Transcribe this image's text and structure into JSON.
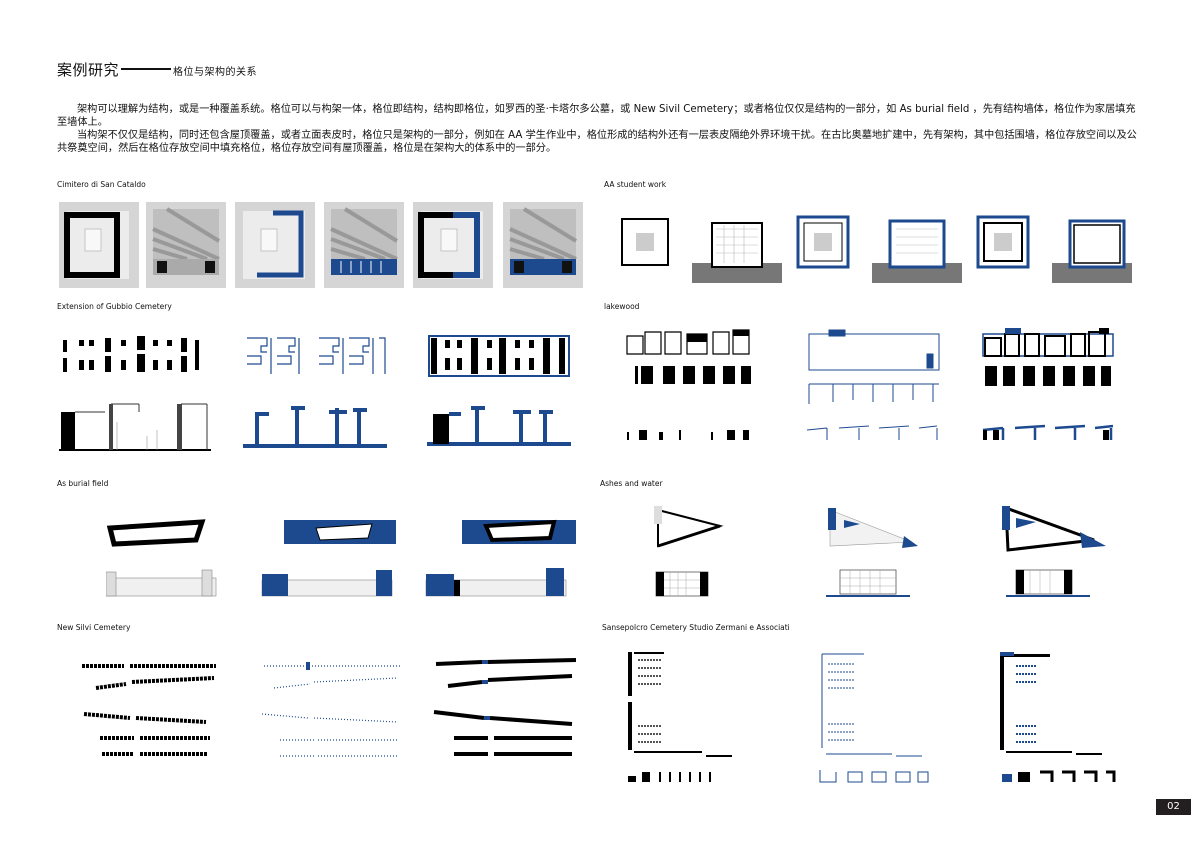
{
  "title": {
    "main": "案例研究",
    "sub": "格位与架构的关系"
  },
  "intro": [
    "架构可以理解为结构，或是一种覆盖系统。格位可以与构架一体，格位即结构，结构即格位，如罗西的圣·卡塔尔多公墓，或 New Sivil Cemetery；或者格位仅仅是结构的一部分，如 As burial field ，先有结构墙体，格位作为家居填充至墙体上。",
    "当构架不仅仅是结构，同时还包含屋顶覆盖，或者立面表皮时，格位只是架构的一部分，例如在 AA 学生作业中，格位形成的结构外还有一层表皮隔绝外界环境干扰。在古比奥墓地扩建中，先有架构，其中包括围墙，格位存放空间以及公共祭奠空间，然后在格位存放空间中填充格位，格位存放空间有屋顶覆盖，格位是在架构大的体系中的一部分。"
  ],
  "cases": [
    {
      "label": "Cimitero di San Cataldo"
    },
    {
      "label": "AA student work"
    },
    {
      "label": "Extension of Gubbio Cemetery"
    },
    {
      "label": "lakewood"
    },
    {
      "label": "As burial field"
    },
    {
      "label": "Ashes and water"
    },
    {
      "label": "New Silvi Cemetery"
    },
    {
      "label": "Sansepolcro Cemetery  Studio Zermani e Associati"
    }
  ],
  "page_number": "02",
  "colors": {
    "accent": "#1d4a8f",
    "ink": "#000000",
    "grey": "#8c8c8c"
  }
}
